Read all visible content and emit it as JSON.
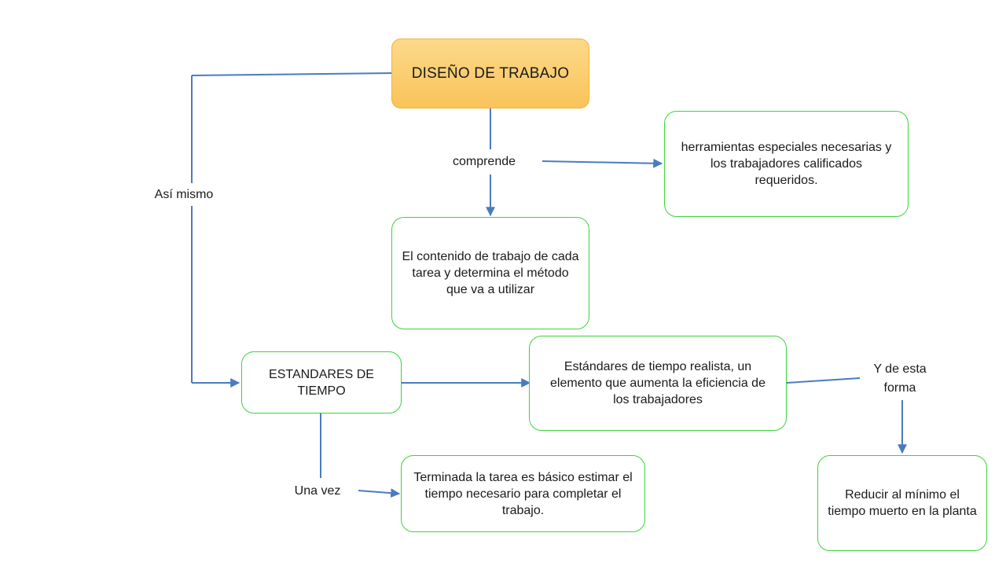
{
  "nodes": {
    "main": {
      "text": "DISEÑO DE TRABAJO"
    },
    "herramientas": {
      "text": "herramientas especiales necesarias y los trabajadores calificados requeridos."
    },
    "contenido": {
      "text": "El contenido de trabajo de cada tarea y determina el método que va a utilizar"
    },
    "estandares": {
      "text": "ESTANDARES DE TIEMPO"
    },
    "realista": {
      "text": "Estándares de tiempo realista, un elemento que aumenta la eficiencia de los trabajadores"
    },
    "terminada": {
      "text": "Terminada la tarea es básico estimar el tiempo necesario para completar el trabajo."
    },
    "reducir": {
      "text": "Reducir al mínimo el tiempo muerto en la planta"
    }
  },
  "connectors": {
    "comprende": "comprende",
    "asi_mismo": "Así mismo",
    "una_vez": "Una vez",
    "y_de_esta_forma": "Y de esta forma"
  },
  "colors": {
    "line": "#4a7bc0",
    "box_border": "#3bd43b",
    "main_fill": "#f9c35a",
    "main_border": "#f2b33b"
  }
}
